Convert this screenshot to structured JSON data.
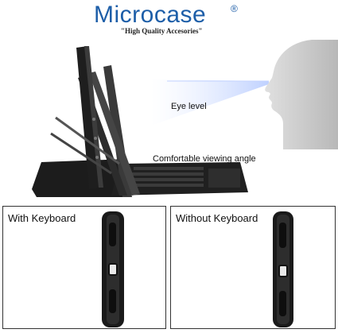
{
  "brand": {
    "name": "Microcase",
    "registered": "®",
    "tagline": "\"High Quality Accesories\""
  },
  "hero": {
    "callouts": {
      "eye_level": "Eye level",
      "viewing_angle": "Comfortable viewing angle"
    },
    "colors": {
      "case": "#1c1c1c",
      "stand": "#3a3a3a",
      "face": "#d2d2d2",
      "sightline": "#9bb8ff"
    }
  },
  "panels": [
    {
      "label": "With Keyboard"
    },
    {
      "label": "Without Keyboard"
    }
  ]
}
